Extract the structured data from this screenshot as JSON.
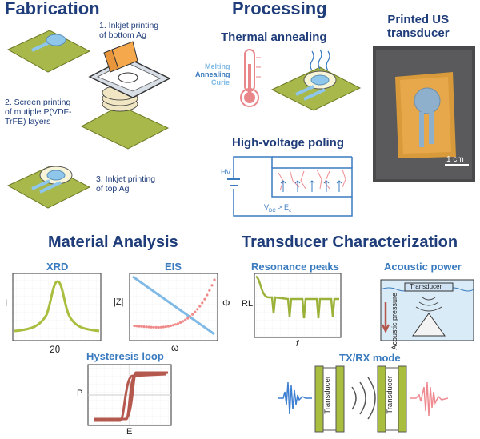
{
  "sections": {
    "fabrication": {
      "title": "Fabrication",
      "steps": [
        {
          "line1": "1. Inkjet printing",
          "line2": "of bottom Ag"
        },
        {
          "line1": "2. Screen printing",
          "line2": "of mutiple P(VDF-",
          "line3": "TrFE) layers"
        },
        {
          "line1": "3. Inkjet printing",
          "line2": "of top Ag"
        }
      ]
    },
    "processing": {
      "title": "Processing",
      "annealing_title": "Thermal annealing",
      "thermometer_labels": [
        "Melting",
        "Annealing",
        "Curie"
      ],
      "poling_title": "High-voltage poling",
      "hv_label": "HV",
      "condition_label": "V",
      "condition_sub1": "DC",
      "condition_mid": " > E",
      "condition_sub2": "c"
    },
    "printed": {
      "title_line1": "Printed US",
      "title_line2": "transducer",
      "scale_label": "1 cm"
    },
    "material": {
      "title": "Material Analysis",
      "xrd_title": "XRD",
      "xrd_ylabel": "I",
      "xrd_xlabel": "2θ",
      "eis_title": "EIS",
      "eis_ylabel_left": "|Z|",
      "eis_ylabel_right": "Φ",
      "eis_xlabel": "ω",
      "hyst_title": "Hysteresis loop",
      "hyst_ylabel": "P",
      "hyst_xlabel": "E"
    },
    "transducer": {
      "title": "Transducer Characterization",
      "resonance_title": "Resonance peaks",
      "resonance_ylabel": "RL",
      "resonance_xlabel": "f",
      "acoustic_title": "Acoustic power",
      "acoustic_box_label": "Transducer",
      "acoustic_pressure_label1": "Acoustic",
      "acoustic_pressure_label2": "pressure",
      "txrx_title": "TX/RX mode",
      "txrx_label": "Transducer"
    }
  },
  "colors": {
    "heading": "#1f3d7a",
    "subheading": "#3a7bbf",
    "substrate": "#a8b84a",
    "silver": "#8fc6ec",
    "thermo": "#e8868a",
    "xrd": "#a9be3f",
    "eis_z": "#7fb9e5",
    "eis_phi": "#f08a8a",
    "hyst": "#b5584e",
    "resonance": "#9bb23a",
    "tx": "#3d7fd1",
    "rx": "#ef8a90"
  }
}
